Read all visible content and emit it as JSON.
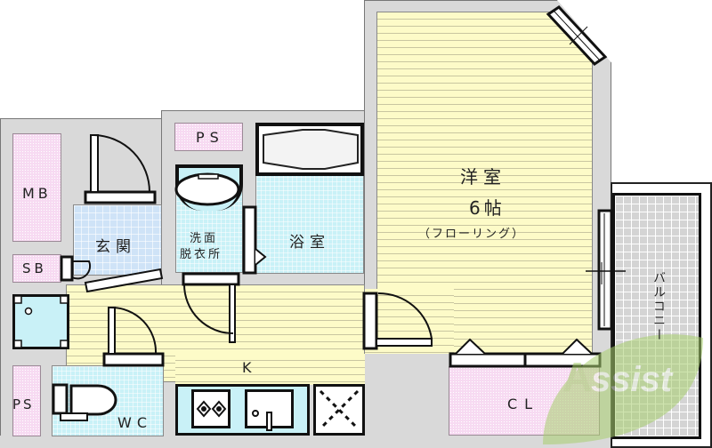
{
  "floor_plan": {
    "type": "apartment-floor-plan",
    "layout": "1K",
    "rooms": {
      "western_room": {
        "name": "洋室",
        "size": "6帖",
        "flooring": "（フローリング）"
      },
      "kitchen": {
        "name": "K"
      },
      "entrance": {
        "name": "玄関"
      },
      "washroom": {
        "line1": "洗面",
        "line2": "脱衣所"
      },
      "bathroom": {
        "name": "浴室"
      },
      "toilet": {
        "name": "WC"
      },
      "closet": {
        "name": "CL"
      },
      "balcony": {
        "name": "バルコニー"
      },
      "meter_box": {
        "name": "MB"
      },
      "shoe_box": {
        "name": "SB"
      },
      "pipe_space_top": {
        "name": "PS"
      },
      "pipe_space_bottom": {
        "name": "PS"
      }
    },
    "watermark": {
      "text": "Assist",
      "colors": {
        "leaf": "#a8cf6e",
        "accent": "#e85a7a"
      }
    },
    "colors": {
      "wall": "#d9d9d9",
      "flooring": "#fdfbc8",
      "entrance_tile": "#cfe3f7",
      "wet_area_tile": "#c9f1f7",
      "storage": "#f7daf2",
      "balcony": "#d4d4d4"
    }
  }
}
